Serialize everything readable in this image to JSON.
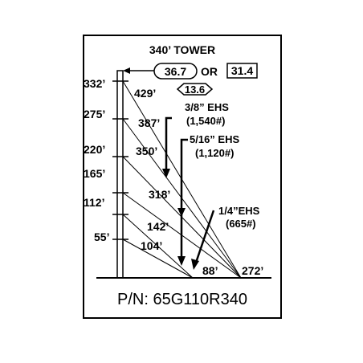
{
  "title": "340’ TOWER",
  "callouts": {
    "oval_value": "36.7",
    "or_text": "OR",
    "box_value": "31.4",
    "hex_value": "13.6"
  },
  "heights": [
    "332’",
    "275’",
    "220’",
    "165’",
    "112’",
    "55’"
  ],
  "guy_lengths": [
    "429’",
    "387’",
    "350’",
    "318’",
    "142’",
    "104’"
  ],
  "anchor_distances": [
    "88’",
    "272’"
  ],
  "cables": [
    {
      "size": "3/8” EHS",
      "rating": "(1,540#)"
    },
    {
      "size": "5/16” EHS",
      "rating": "(1,120#)"
    },
    {
      "size": "1/4”EHS",
      "rating": "(665#)"
    }
  ],
  "part_number": "P/N: 65G110R340",
  "colors": {
    "line": "#000000",
    "background": "#ffffff"
  }
}
